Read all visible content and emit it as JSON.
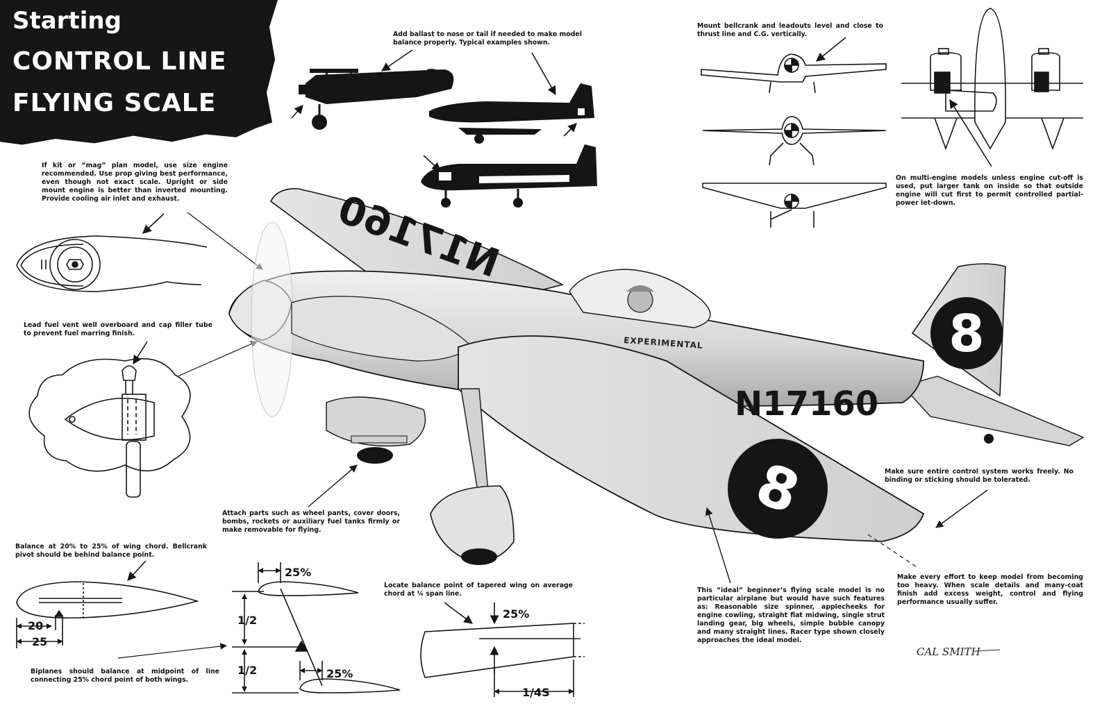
{
  "title": {
    "line1": "Starting",
    "line2": "CONTROL LINE",
    "line3": "FLYING SCALE"
  },
  "notes": {
    "engine": "If kit or “mag” plan model, use size engine recommended. Use prop giving best performance, even though not exact scale. Upright or side mount engine is better than inverted mounting. Provide cooling air inlet and exhaust.",
    "ballast": "Add ballast to nose or tail if needed to make model balance properly. Typical examples shown.",
    "fuel_vent": "Lead fuel vent well overboard and cap filler tube to prevent fuel marring finish.",
    "bellcrank_level": "Mount bellcrank and leadouts level and close to thrust line and C.G. vertically.",
    "multi_engine": "On multi-engine models unless engine cut-off is used, put larger tank on inside so that outside engine will cut first to permit controlled partial-power let-down.",
    "attach_parts": "Attach parts such as wheel pants, cover doors, bombs, rockets or auxiliary fuel tanks firmly or make removable for flying.",
    "balance_chord": "Balance at 20% to 25% of wing chord. Bellcrank pivot should be behind balance point.",
    "biplane": "Biplanes should balance at midpoint of line connecting 25% chord point of both wings.",
    "tapered": "Locate balance point of tapered wing on average chord at ¼ span line.",
    "ideal": "This “ideal” beginner’s flying scale model is no particular airplane but would have such features as: Reasonable size spinner, applecheeks for engine cowling, straight flat midwing, single strut landing gear, big wheels, simple bubble canopy and many straight lines. Racer type shown closely approaches the ideal model.",
    "control_system": "Make sure entire control system works freely. No binding or sticking should be tolerated.",
    "weight": "Make every effort to keep model from becoming too heavy. When scale details and many-coat finish add excess weight, control and flying performance usually suffer."
  },
  "labels": {
    "d20": "20",
    "d25": "25",
    "half_top": "1/2",
    "half_bottom": "1/2",
    "pct_top": "25%",
    "pct_bottom": "25%",
    "pct_tapered": "25%",
    "quarter_span": "1/4S",
    "registration": "N17160",
    "registration_top": "N17160",
    "race_number": "8",
    "race_number_wing": "8",
    "experimental": "EXPERIMENTAL",
    "signature": "CAL SMITH"
  },
  "colors": {
    "ink": "#151515",
    "paper": "#ffffff",
    "plane_fill": "#dcdcdc",
    "plane_shade": "#b8b8b8"
  }
}
